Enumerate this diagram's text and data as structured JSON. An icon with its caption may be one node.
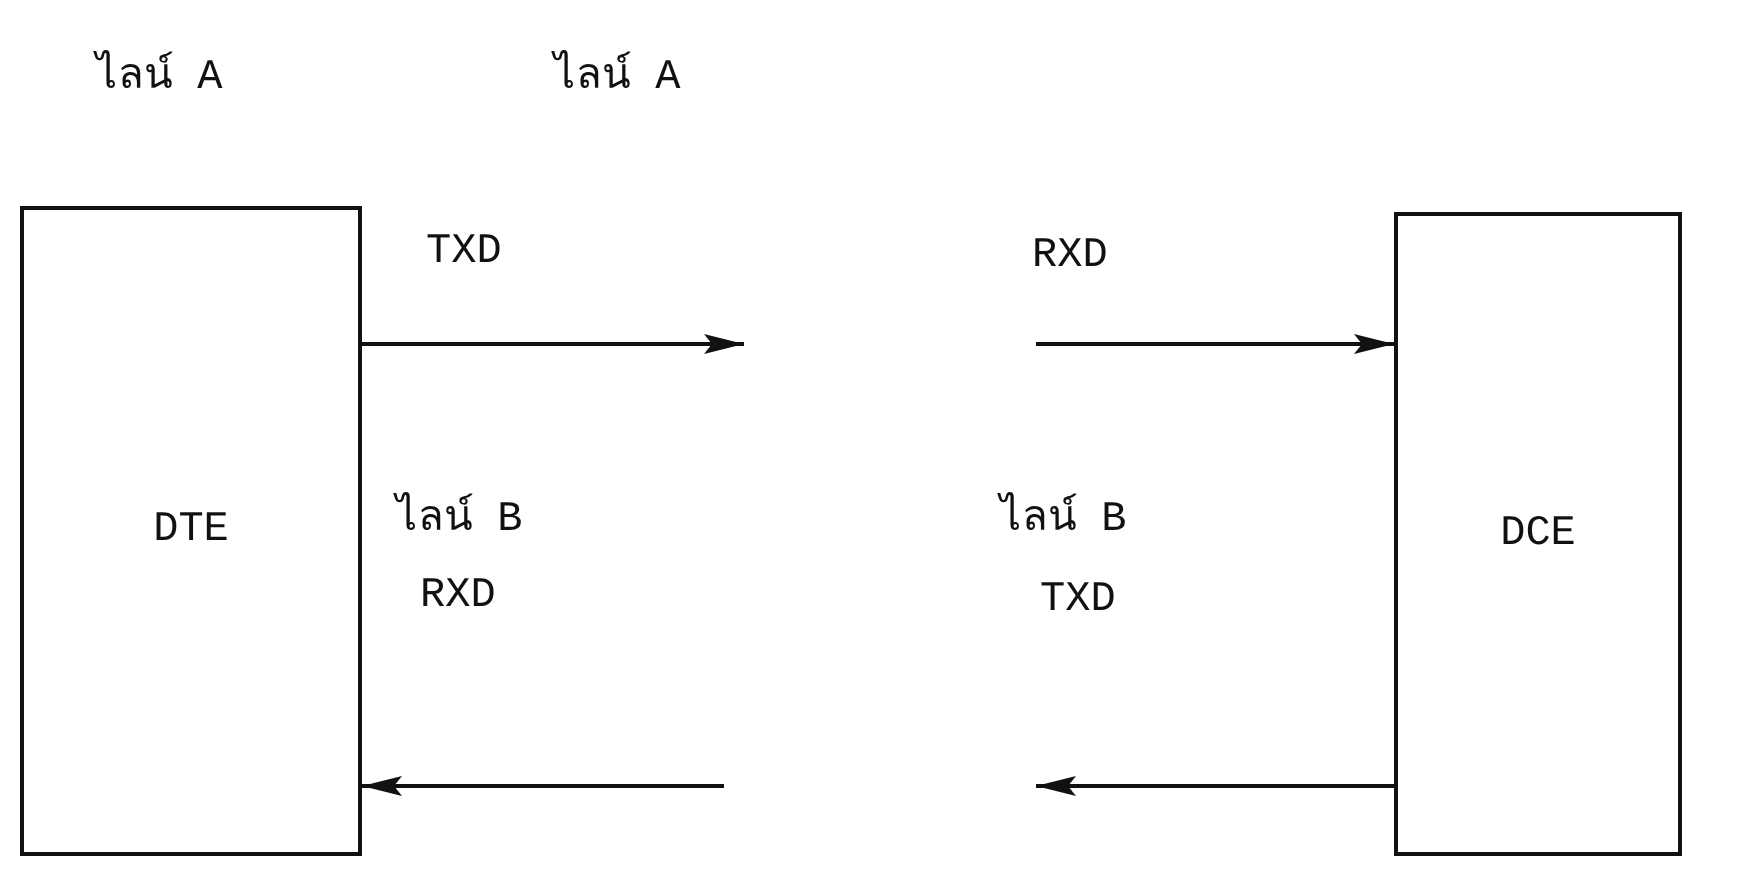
{
  "diagram": {
    "nodes": [
      {
        "text": [
          "DTE"
        ]
      },
      {
        "text": [
          "DCE"
        ]
      }
    ],
    "edges": [
      {
        "from": 0,
        "to": null,
        "arrow": "to",
        "label": "TXD"
      },
      {
        "from": null,
        "to": 1,
        "arrow": "to",
        "label": "RXD"
      },
      {
        "from": null,
        "to": 0,
        "arrow": "to",
        "label": "RXD"
      },
      {
        "from": 1,
        "to": null,
        "arrow": "to",
        "label": "TXD"
      }
    ],
    "labels": [
      "ไลน์ A",
      "ไลน์ A",
      "ไลน์ B",
      "ไลน์ B"
    ]
  }
}
